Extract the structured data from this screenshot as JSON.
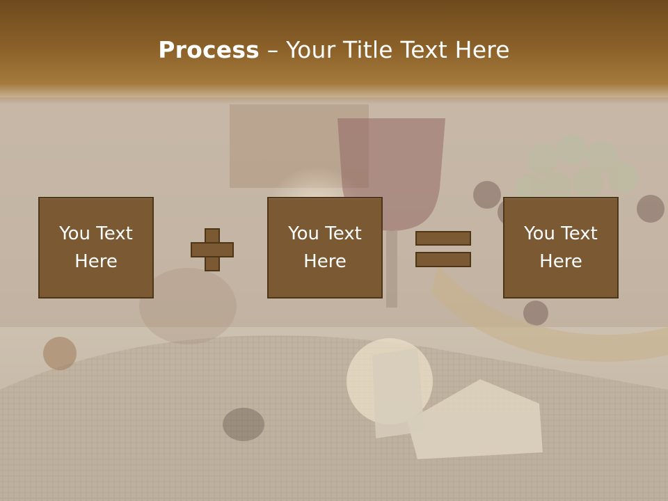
{
  "slide": {
    "title_bold": "Process",
    "title_rest": " – Your Title Text Here",
    "boxes": [
      {
        "label_line1": "You Text",
        "label_line2": "Here"
      },
      {
        "label_line1": "You Text",
        "label_line2": "Here"
      },
      {
        "label_line1": "You Text",
        "label_line2": "Here"
      }
    ],
    "colors": {
      "box_fill": "#7b5a33",
      "box_border": "#4d3517",
      "header": "#8a6028"
    },
    "icons": [
      "plus-icon",
      "equals-icon"
    ]
  }
}
